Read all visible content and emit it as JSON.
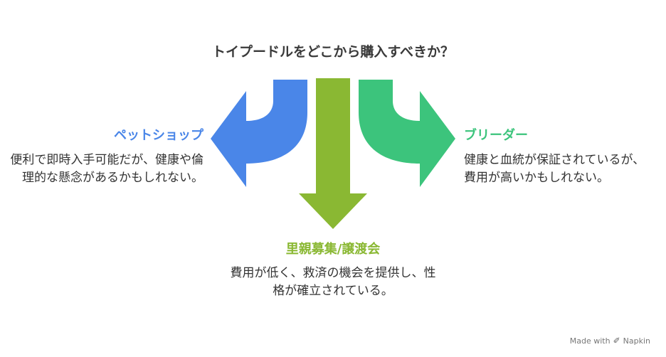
{
  "title": "トイプードルをどこから購入すべきか？",
  "options": {
    "left": {
      "label": "ペットショップ",
      "description": "便利で即時入手可能だが、健康や倫理的な懸念があるかもしれない。",
      "color": "#4a86e8"
    },
    "center": {
      "label": "里親募集/譲渡会",
      "description": "費用が低く、救済の機会を提供し、性格が確立されている。",
      "color": "#8ab833"
    },
    "right": {
      "label": "ブリーダー",
      "description": "健康と血統が保証されているが、費用が高いかもしれない。",
      "color": "#3cc47c"
    }
  },
  "footer": {
    "made_with": "Made with",
    "brand": "Napkin",
    "logo_icon": "napkin-logo-icon"
  }
}
